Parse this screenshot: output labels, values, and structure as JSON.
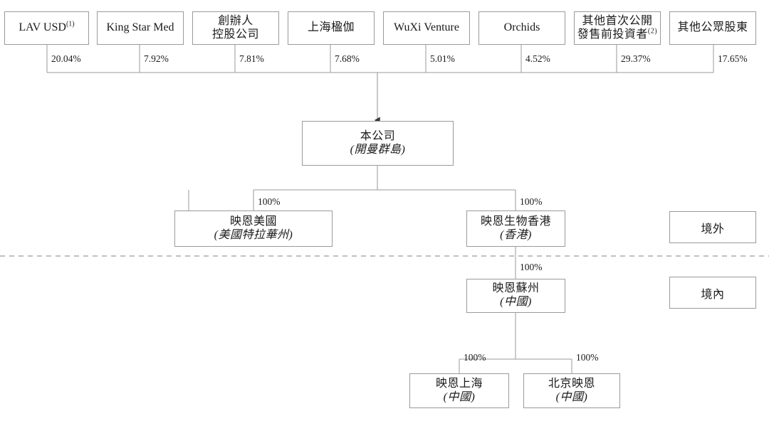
{
  "diagram": {
    "title": "Corporate shareholding structure chart",
    "line_color": "#9a9a9a",
    "text_color": "#1a1a1a",
    "background": "#ffffff"
  },
  "shareholders": [
    {
      "name": "LAV USD",
      "sup": "(1)",
      "percent": "20.04%"
    },
    {
      "name": "King Star Med",
      "sup": "",
      "percent": "7.92%"
    },
    {
      "name": "創辦人",
      "name2": "控股公司",
      "sup": "",
      "percent": "7.81%"
    },
    {
      "name": "上海楹伽",
      "sup": "",
      "percent": "7.68%"
    },
    {
      "name": "WuXi Venture",
      "sup": "",
      "percent": "5.01%"
    },
    {
      "name": "Orchids",
      "sup": "",
      "percent": "4.52%"
    },
    {
      "name": "其他首次公開",
      "name2": "發售前投資者",
      "sup": "(2)",
      "percent": "29.37%"
    },
    {
      "name": "其他公眾股東",
      "sup": "",
      "percent": "17.65%"
    }
  ],
  "company": {
    "name": "本公司",
    "jurisdiction": "(開曼群島)"
  },
  "subsidiaries": {
    "us": {
      "name": "映恩美國",
      "jurisdiction": "(美國特拉華州)",
      "percent": "100%"
    },
    "hk": {
      "name": "映恩生物香港",
      "jurisdiction": "(香港)",
      "percent": "100%"
    },
    "suzhou": {
      "name": "映恩蘇州",
      "jurisdiction": "(中國)",
      "percent": "100%"
    },
    "shanghai": {
      "name": "映恩上海",
      "jurisdiction": "(中國)",
      "percent": "100%"
    },
    "beijing": {
      "name": "北京映恩",
      "jurisdiction": "(中國)",
      "percent": "100%"
    }
  },
  "regions": {
    "offshore": "境外",
    "onshore": "境內"
  }
}
